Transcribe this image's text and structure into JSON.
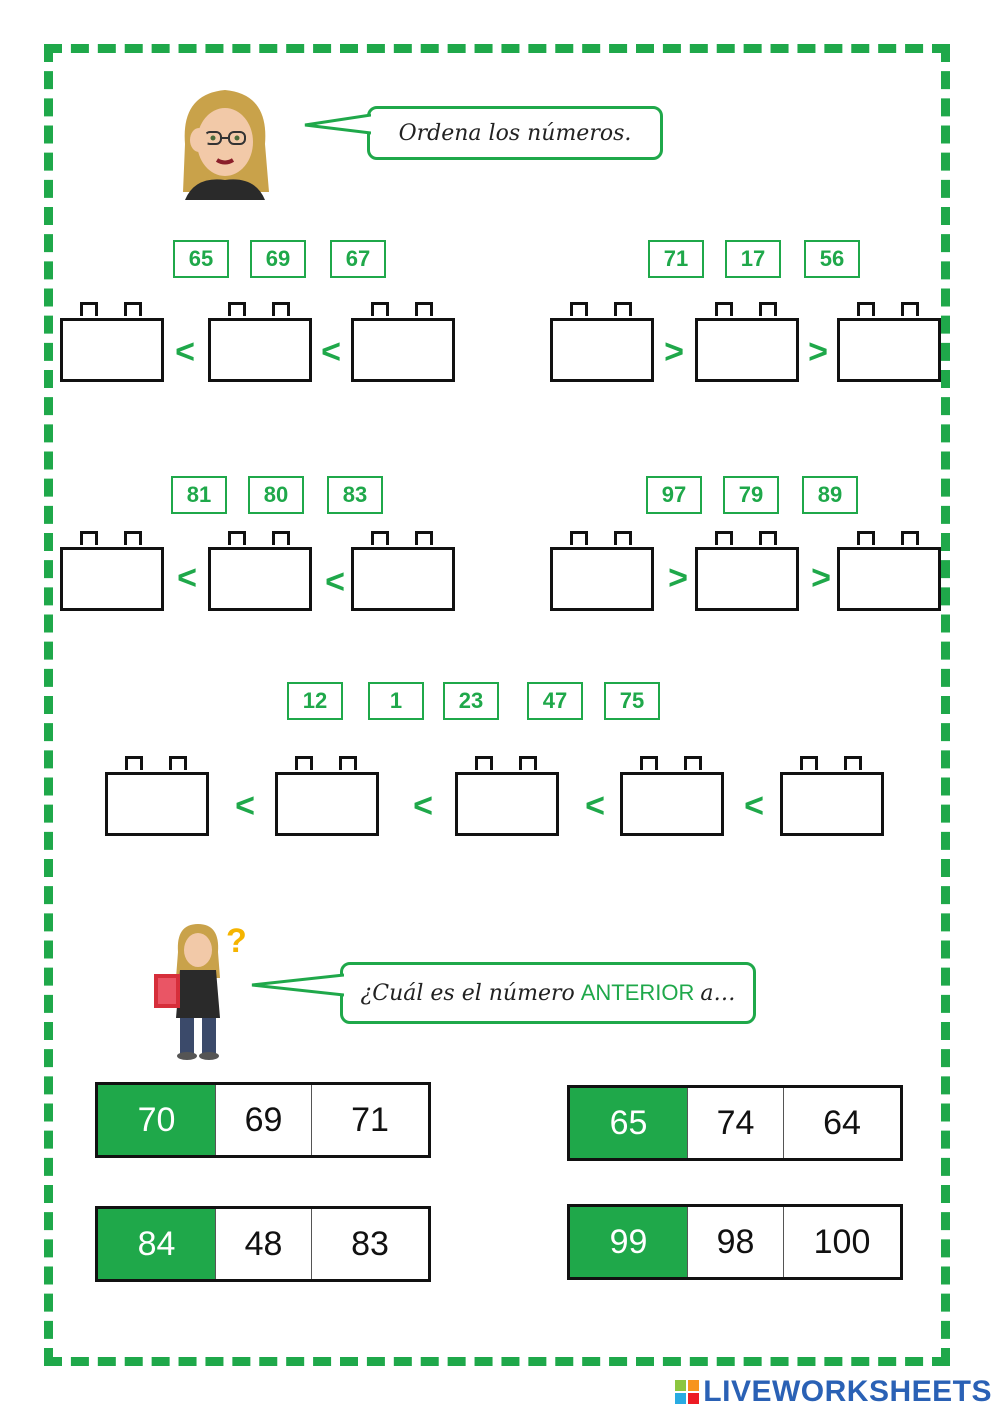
{
  "instruction_1": "Ordena los números.",
  "instruction_2": {
    "before": "¿Cuál es el número",
    "highlight": "ANTERIOR",
    "after": "a…"
  },
  "groups": [
    {
      "numbers": [
        "65",
        "69",
        "67"
      ],
      "symbol": "<"
    },
    {
      "numbers": [
        "71",
        "17",
        "56"
      ],
      "symbol": ">"
    },
    {
      "numbers": [
        "81",
        "80",
        "83"
      ],
      "symbol": "<"
    },
    {
      "numbers": [
        "97",
        "79",
        "89"
      ],
      "symbol": ">"
    },
    {
      "numbers": [
        "12",
        "1",
        "23",
        "47",
        "75"
      ],
      "symbol": "<"
    }
  ],
  "questions": [
    {
      "target": "70",
      "options": [
        "69",
        "71"
      ]
    },
    {
      "target": "65",
      "options": [
        "74",
        "64"
      ]
    },
    {
      "target": "84",
      "options": [
        "48",
        "83"
      ]
    },
    {
      "target": "99",
      "options": [
        "98",
        "100"
      ]
    }
  ],
  "colors": {
    "accent": "#1fa84a",
    "ink": "#111111",
    "logo": "#2a61b5"
  },
  "icons": [
    "teacher-avatar-thinking",
    "teacher-avatar-question"
  ],
  "watermark": "LIVEWORKSHEETS"
}
